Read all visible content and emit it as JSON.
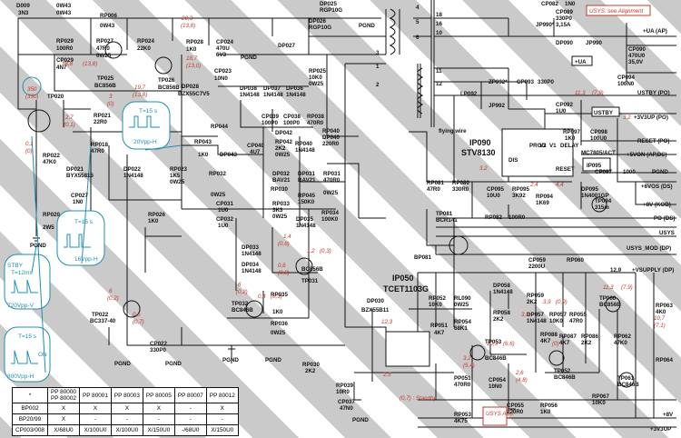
{
  "labels": {
    "D009": "D009",
    "R3N3": "3N3",
    "RP006": "RP006",
    "R0W43a": "0W43",
    "R0W43b": "0W43",
    "RP029": "RP029",
    "R100R0": "100R0",
    "RP027": "RP027",
    "R47R0": "47R0",
    "R0W25a": "0W25",
    "RP024": "RP024",
    "R22K0": "22K0",
    "CP029": "CP029",
    "R4N7": "4N7",
    "TP025": "TP025",
    "BC856B": "BC856B",
    "RP028": "RP028",
    "R1K0": "1K0",
    "TP026": "TP026",
    "BC856Ba": "BC856B",
    "CP024": "CP024",
    "R470U": "470U",
    "R6V3": "6V3",
    "CP023": "CP023",
    "R10N0": "10N0",
    "DP028": "DP028",
    "BZX": "BZX55C7V5",
    "DP038": "DP038",
    "DP037": "DP037",
    "DP036": "DP036",
    "D1N4148a": "1N4148",
    "D1N4148b": "1N4148",
    "D1N4148c": "1N4148",
    "CP039": "CP039",
    "CP038": "CP038",
    "C100P0a": "100P0",
    "C100P0b": "100P0",
    "RP038": "RP038",
    "R470R0": "470R0",
    "DP025": "DP025",
    "RGP10G": "RGP10G",
    "DP026": "DP026",
    "RGP10Gb": "RGP10G",
    "DP027": "DP027",
    "RP025": "RP025",
    "R10K0": "10K0",
    "R0W25b": "0W25",
    "TP020": "TP020",
    "RP021": "RP021",
    "R22R0": "22R0",
    "RP022": "RP022",
    "R47K0": "47K0",
    "RP018": "RP018",
    "R47R0b": "47R0",
    "DP021": "DP021",
    "BYX55": "BYX55816",
    "CP027": "CP027",
    "R1N0": "1N0",
    "RP020": "RP020",
    "R2W5": "2W5",
    "DP022": "DP022",
    "D1N4148d": "1N4148",
    "RP023": "RP023",
    "R1K5": "1K5",
    "R0W25c": "0W25",
    "RP044": "RP044",
    "RP043": "RP043",
    "R1K0b": "1K0",
    "DP043": "DP043",
    "CP040": "CP040",
    "R4U7": "4U7",
    "DP042": "DP042",
    "RP042": "RP042",
    "R2K2": "2K2",
    "R0W25d": "0W25",
    "DP040": "DP040",
    "R220R0": "220R0",
    "RP040": "RP040",
    "D1N4148e": "1N4148",
    "RP032": "RP032",
    "R0W25e": "0W25",
    "DP032": "DP032",
    "DP031": "DP031",
    "BAV21a": "BAV21",
    "BAV21b": "BAV21",
    "RP031": "RP031",
    "R470R0b": "470R0",
    "R0W25f": "0W25",
    "RP030": "RP030",
    "RP045": "RP045",
    "R150K0": "150K0",
    "RP033": "RP033",
    "R3K3": "3K3",
    "DP035": "DP035",
    "D1N4148f": "1N4148",
    "RP034": "RP034",
    "R100K0": "100K0",
    "CP031": "CP031",
    "R1U0": "1U0",
    "CP032": "CP032",
    "R1U0b": "1U0",
    "RP026": "RP026",
    "R1K0c": "1K0",
    "DP033": "DP033",
    "DP034": "DP034",
    "D1N4148g": "1N4148",
    "D1N4148h": "1N4148",
    "TP031": "TP031",
    "BC856Bc": "BC856B",
    "TP032": "TP032",
    "BC846B": "BC846B",
    "RP035": "RP035",
    "R1K0d": "1K0",
    "RP036": "RP036",
    "R0W25g": "0W25",
    "TP022": "TP022",
    "BC337": "BC337-40",
    "CP022": "CP022",
    "R330P0": "330P0",
    "PGND": "PGND",
    "RP030b": "RP030",
    "R2K2b": "2K2",
    "RP039": "RP039",
    "R10R0": "10R0",
    "CP037": "CP037",
    "R47N0": "47N0",
    "DP030": "DP030",
    "BZX55B11": "BZX55B11",
    "IP050": "IP050",
    "TCET": "TCET1103G",
    "standby": "(0,7) : Standby",
    "RP052": "RP052",
    "R10K0b": "10K0",
    "RL090": "RL090",
    "R0W25h": "0W25",
    "RP054": "RP054",
    "R68K1": "68K1",
    "DP058": "DP058",
    "D1N4148i": "1N4148",
    "RP058": "RP058",
    "R2K2c": "2K2",
    "RP059": "RP059",
    "R2K2d": "2K2",
    "DP057": "DP057",
    "D1N4148j": "1N4148",
    "RP057": "RP057",
    "R10K0c": "10K0",
    "RP055": "RP055",
    "R47R0c": "47R0",
    "RP060": "RP060",
    "TP060": "TP060",
    "BC856Bd": "BC856B",
    "RP051": "RP051",
    "R4K7": "4K7",
    "TP053": "TP053",
    "BC846Bb": "BC846B",
    "TP052": "TP052",
    "BC846Bc": "BC846B",
    "RP087": "RP087",
    "R4K7b": "4K7",
    "RP086": "RP086",
    "R2K2e": "2K2",
    "RP088": "RP088",
    "R4K7c": "4K7",
    "CP054": "CP054",
    "R10N0b": "10N0",
    "PP051": "PP051",
    "R470R0c": "470R0",
    "RP053": "RP053",
    "R4K75": "4K75",
    "CP055": "CP055",
    "R220R0b": "220R0",
    "RP056": "RP056",
    "R1K0e": "1K0",
    "usysAdj": "USYS ADJ.",
    "TP061": "TP061",
    "BC846Bd": "BC846B",
    "RP067": "RP067",
    "R10K0d": "10K0",
    "RP063": "RP063",
    "R4K0": "4K0",
    "RP064": "RP064",
    "CP059": "CP059",
    "R2200U": "2200U",
    "RP062": "RP062",
    "R47K0b": "47K0",
    "CP082": "CP082",
    "R1N0b": "1N0",
    "usysAlign": "USYS: see Alignment",
    "CP089": "CP089",
    "R330P0b": "330P0",
    "JP990": "JP990",
    "JP990fuse": "JP990* 3,15A",
    "DP090": "DP090",
    "CP090": "CP090",
    "R470U0": "470U0",
    "R35V": "35,0V",
    "CP094": "CP094",
    "R100N0": "100N0",
    "ZP092": "ZP092*",
    "CP093": "CP093",
    "R330P0c": "330P0",
    "LP092": "LP092",
    "JP992": "JP992",
    "flyingWire": "flying wire",
    "CP092": "CP092",
    "R1U0c": "1U0",
    "IP090": "IP090",
    "STV": "STV8130",
    "RP081": "RP081",
    "R47R0d": "47R0",
    "RP080": "RP080",
    "R330R0": "330R0",
    "RP095": "RP095",
    "R3K92": "3K92",
    "RP094": "RP094",
    "R1K69": "1K69",
    "CP095": "CP095",
    "R10U0": "10U0",
    "RP097": "RP097",
    "R1K0f": "1K0",
    "CP098": "CP098",
    "R100U0": "100U0",
    "MC7805": "MC7805/ACT",
    "IP095": "IP095",
    "CP097": "CP097",
    "R1000": "1000",
    "DP095": "DP095",
    "IN4001": "1N4001GP",
    "TP094": "TP094",
    "R315m": "315m",
    "RP082": "RP082",
    "R100R0b": "100R0",
    "TP081": "TP081",
    "BCR141": "BCR141",
    "BP081": "BP081",
    "ua": "+UA (AP)",
    "pua": "+UA",
    "usby": "USTBY (PO)",
    "usbyBox": "USTBY",
    "v33": "+3V3UP (PO)",
    "reset": "RESET (PO)",
    "v5on": "+5VON (AP,DS)",
    "pgnd": "PGND",
    "v6": "+6VOS (DS)",
    "v8kob": "+8V (KOB)",
    "po": "PO (DS)",
    "usys": "USYS",
    "usysmod": "USYS_MOD (DP)",
    "vsupply": "+VSUPPLY (DP)",
    "v8": "+8V",
    "v33b": "+3V3UP",
    "pin18": "18",
    "pin10": "10",
    "pin11": "11",
    "pin12": "12",
    "pin4": "4",
    "pin5": "5",
    "pin6": "6",
    "pin3": "3",
    "pin1": "1",
    "pin2": "2",
    "pin16": "16",
    "vMISC": "(7,9)"
  },
  "red_values": {
    "v203": "20,3",
    "v138": "(13,8)",
    "v188": "18,8",
    "v138b": "(13,8)",
    "v187": "18,7",
    "v130": "(13,0)",
    "v197": "19,7",
    "v138c": "(13,8)",
    "v3": "3",
    "v0": "(0)",
    "v350": "350",
    "v330": "(330)",
    "v27": "2,7",
    "v01": "(0,1)",
    "v01b": "0,1",
    "v0b": "(0)",
    "v14": "1,4",
    "v08": "(0,8)",
    "v12": "1,2",
    "v03": "(0,3)",
    "v06": "0,6",
    "v08b": "(0,8)",
    "v04": "0,4",
    "v03b": "(0,3)",
    "v6": "6",
    "v02": "(0,2)",
    "v05": "0,5",
    "v07": "(0,7)",
    "v113": "11,3",
    "v79": "(7,9)",
    "v32": "3,2",
    "v25": "2,5",
    "v123": "12,3",
    "v129": "12,9",
    "v39": "3,9",
    "v09": "(0,9)",
    "v33": "3,3",
    "v0c": "(0)",
    "v103": "10,3",
    "v66": "(6,6)",
    "v32b": "3,2",
    "v54": "(5,4)",
    "v26": "2,6",
    "v48": "(4,8)",
    "v107": "10,7",
    "v71": "(7,1)",
    "v113b": "11,3",
    "v79b": "(7,9)",
    "v32c": "3,2",
    "v24": "2,4",
    "v44": "4,4"
  },
  "waveforms": {
    "wf1_t": "T=15 s",
    "wf1_v": "20Vpp-H",
    "wf2_t": "T=15 s",
    "wf2_v": "16Vpp-H",
    "wf3_t": "T=12ms",
    "wf3_stby": "STBY",
    "wf3_v": "720Vpp-V",
    "wf4_t": "T=15 s",
    "wf4_on": "ON",
    "wf4_v": "800Vpp-H"
  },
  "bom": {
    "headers": [
      "*",
      "PP 80000\nPP 80002",
      "PP 80001",
      "PP 80003",
      "PP 80005",
      "PP 80007",
      "PP 80012"
    ],
    "rows": [
      [
        "BP002",
        "X",
        "X",
        "X",
        "X",
        "-",
        "X"
      ],
      [
        "BP20/99",
        "X",
        "-",
        "-",
        "-",
        "-",
        "-"
      ],
      [
        "CP003/008",
        "X/68U0",
        "X/100U0",
        "X/100U0",
        "X/150U0",
        "-/68U0",
        "X/150U0"
      ]
    ]
  },
  "colors": {
    "stripe": "#c9c9c9",
    "red": "#c0392b",
    "cyan": "#1f8fb0",
    "ink": "#111111"
  }
}
